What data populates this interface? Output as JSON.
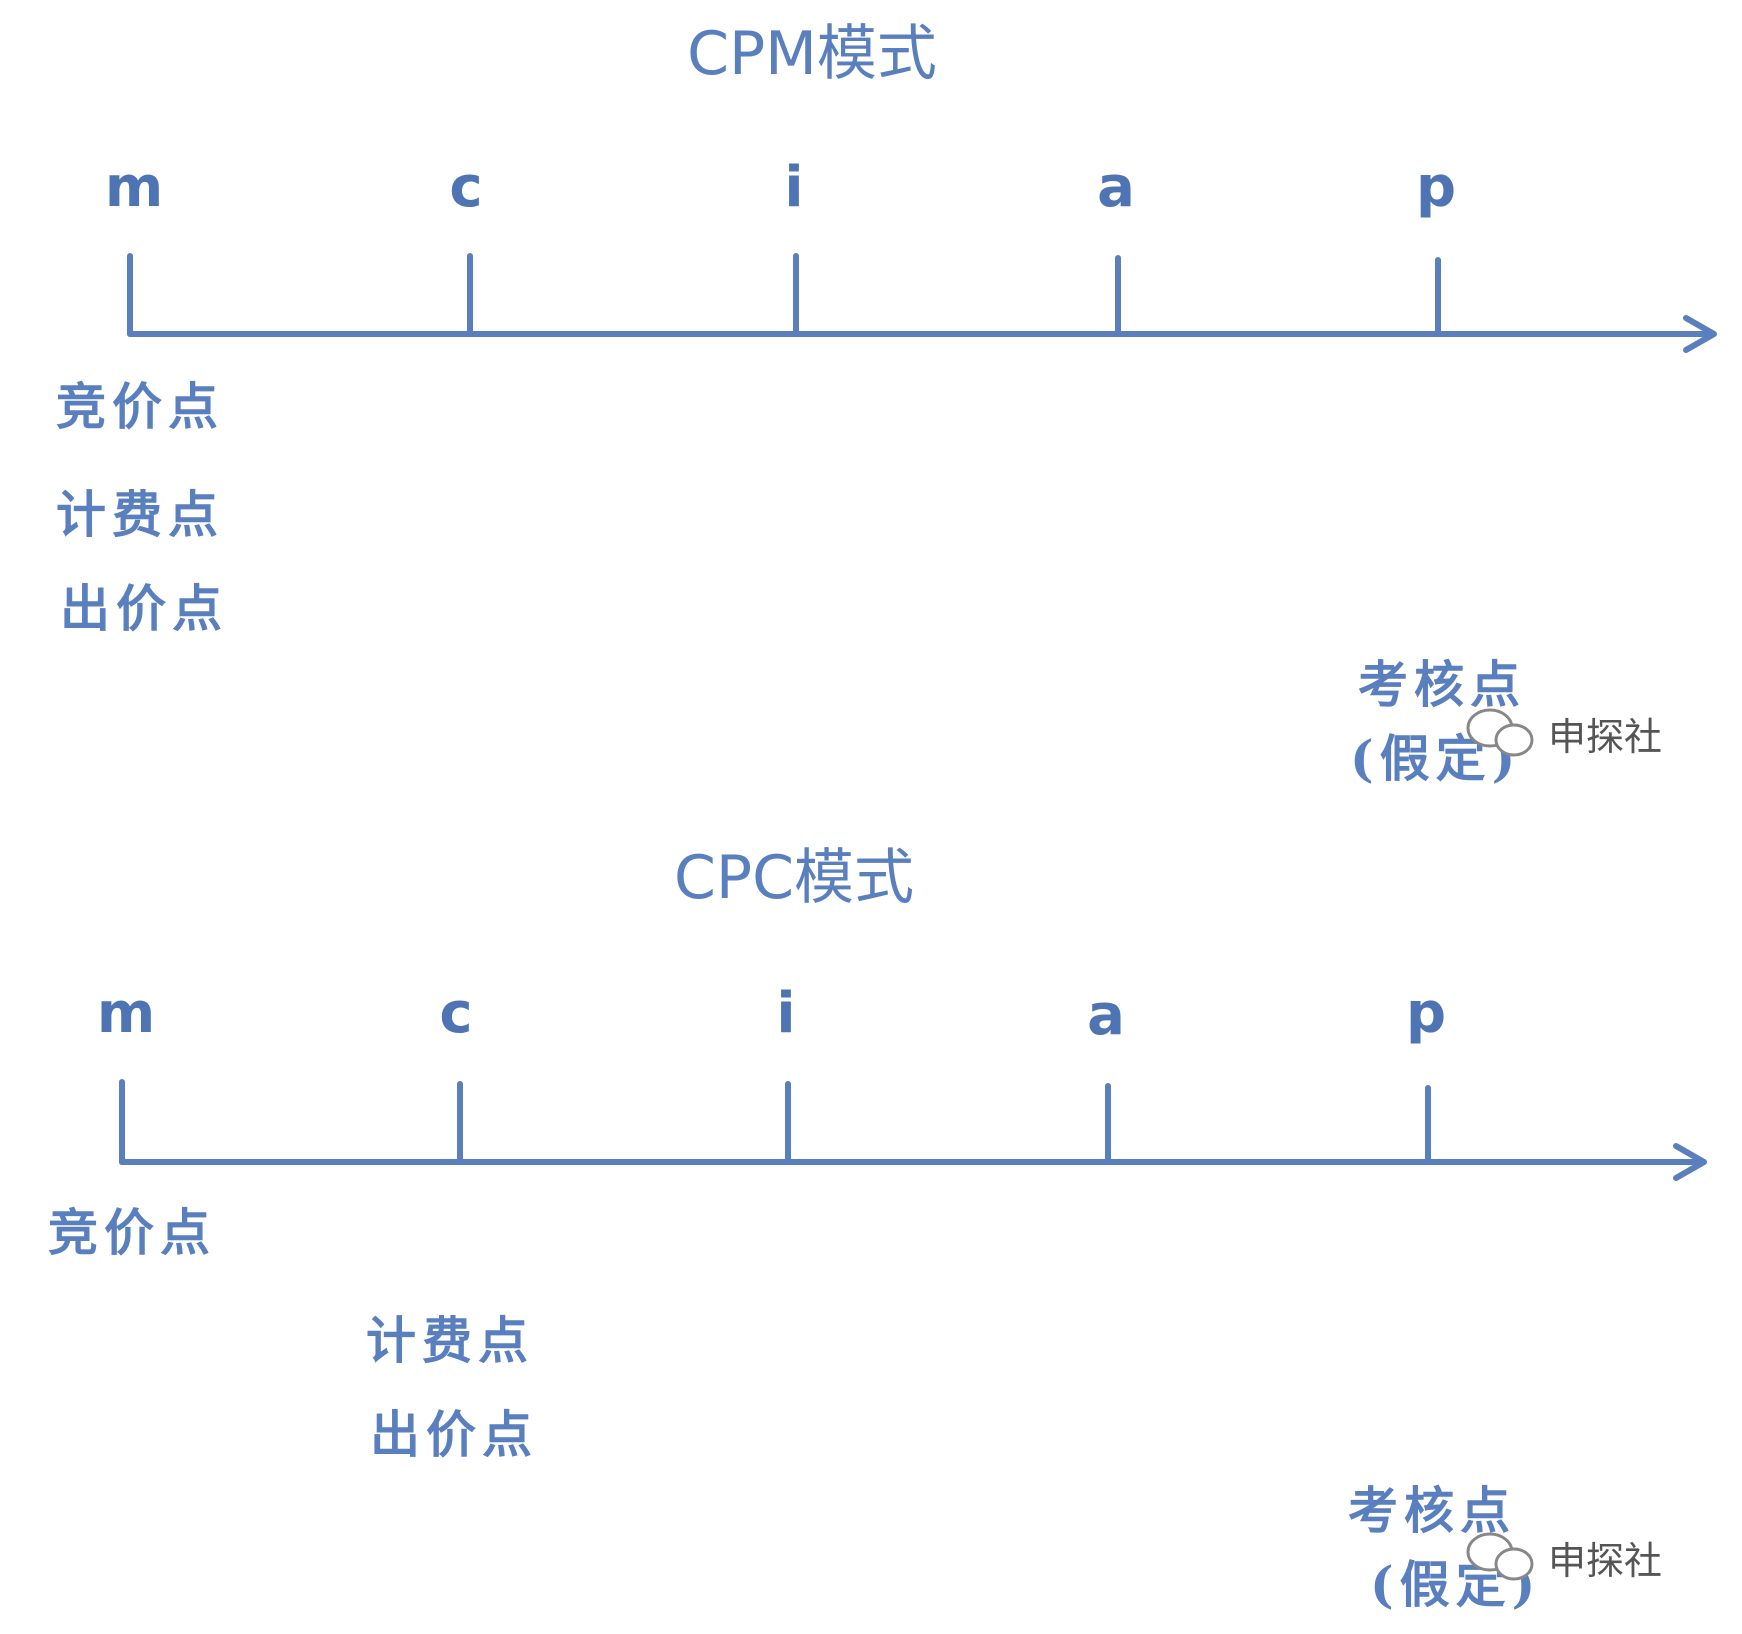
{
  "diagrams": [
    {
      "title": "CPM模式",
      "stages": [
        "m",
        "c",
        "i",
        "a",
        "p"
      ],
      "labels": {
        "bid_point": "竞价点",
        "billing_point": "计费点",
        "pricing_point": "出价点",
        "evaluation_point": "考核点",
        "evaluation_note": "(假定)"
      }
    },
    {
      "title": "CPC模式",
      "stages": [
        "m",
        "c",
        "i",
        "a",
        "p"
      ],
      "labels": {
        "bid_point": "竞价点",
        "billing_point": "计费点",
        "pricing_point": "出价点",
        "evaluation_point": "考核点",
        "evaluation_note": "(假定)"
      }
    }
  ],
  "watermark": {
    "text": "申探社",
    "icon": "wechat-icon"
  },
  "colors": {
    "diagram_blue": "#5b7fbc",
    "watermark_gray": "#555555"
  }
}
